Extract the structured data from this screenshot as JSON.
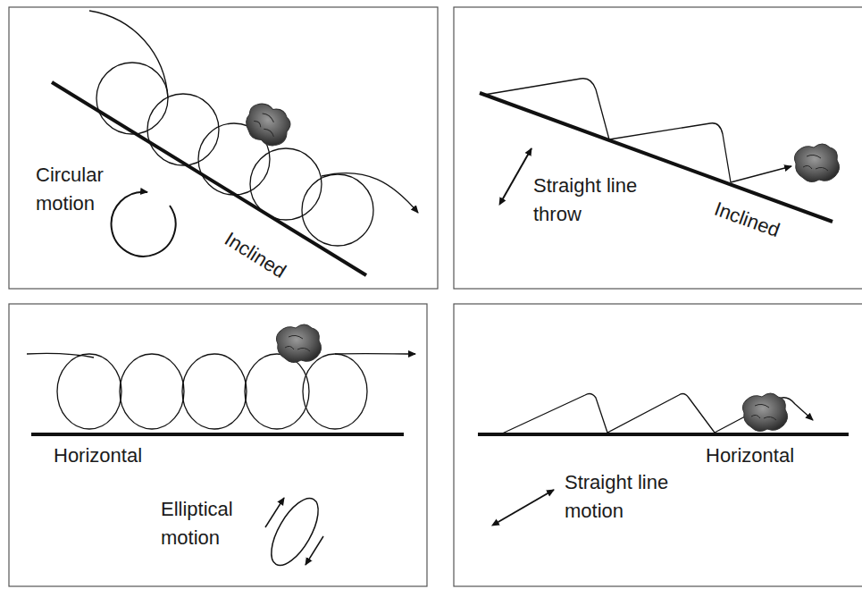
{
  "diagram": {
    "labels": [
      "Circular motion",
      "Inclined",
      "Straight line throw",
      "Inclined",
      "Horizontal",
      "Elliptical motion",
      "Horizontal",
      "Straight line motion"
    ]
  }
}
